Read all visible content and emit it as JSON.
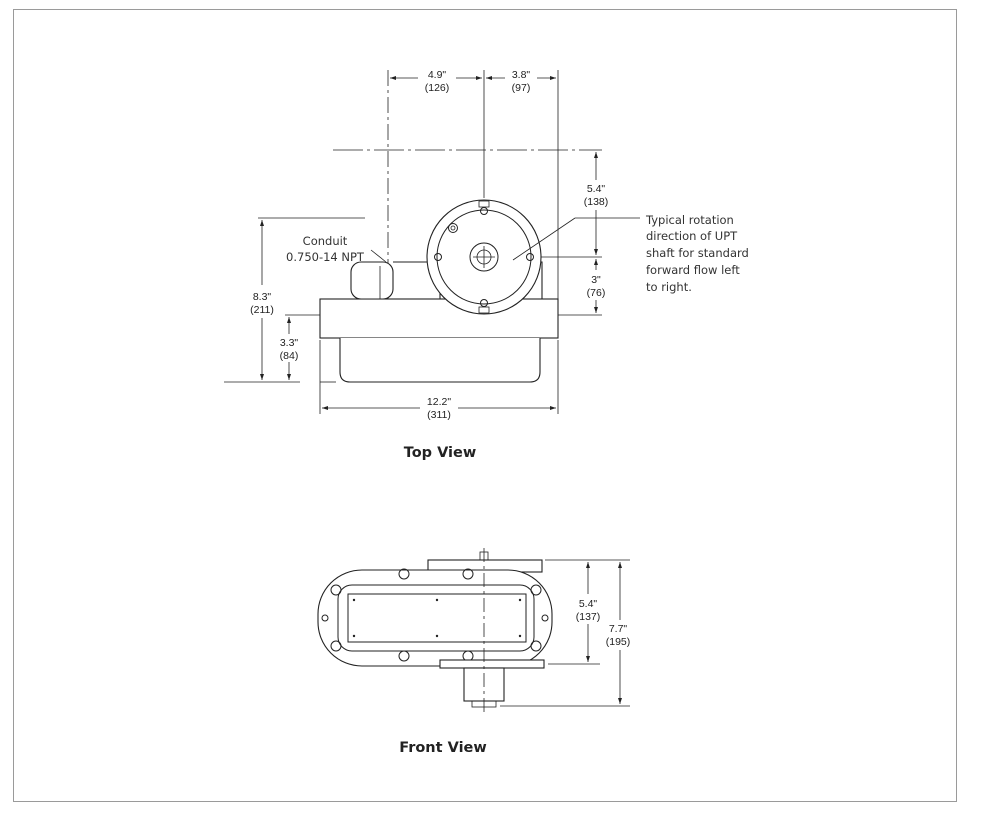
{
  "top_view": {
    "caption": "Top View",
    "dims": {
      "left_offset": {
        "in": "4.9\"",
        "mm": "(126)"
      },
      "right_offset": {
        "in": "3.8\"",
        "mm": "(97)"
      },
      "upper_height": {
        "in": "5.4\"",
        "mm": "(138)"
      },
      "shaft_height": {
        "in": "3\"",
        "mm": "(76)"
      },
      "overall_height": {
        "in": "8.3\"",
        "mm": "(211)"
      },
      "base_height": {
        "in": "3.3\"",
        "mm": "(84)"
      },
      "width": {
        "in": "12.2\"",
        "mm": "(311)"
      }
    },
    "conduit": {
      "line1": "Conduit",
      "line2": "0.750-14 NPT"
    },
    "rotation_note": [
      "Typical rotation",
      "direction of UPT",
      "shaft for standard",
      "forward flow left",
      "to right."
    ]
  },
  "front_view": {
    "caption": "Front View",
    "dims": {
      "inner_height": {
        "in": "5.4\"",
        "mm": "(137)"
      },
      "overall_height": {
        "in": "7.7\"",
        "mm": "(195)"
      }
    }
  }
}
